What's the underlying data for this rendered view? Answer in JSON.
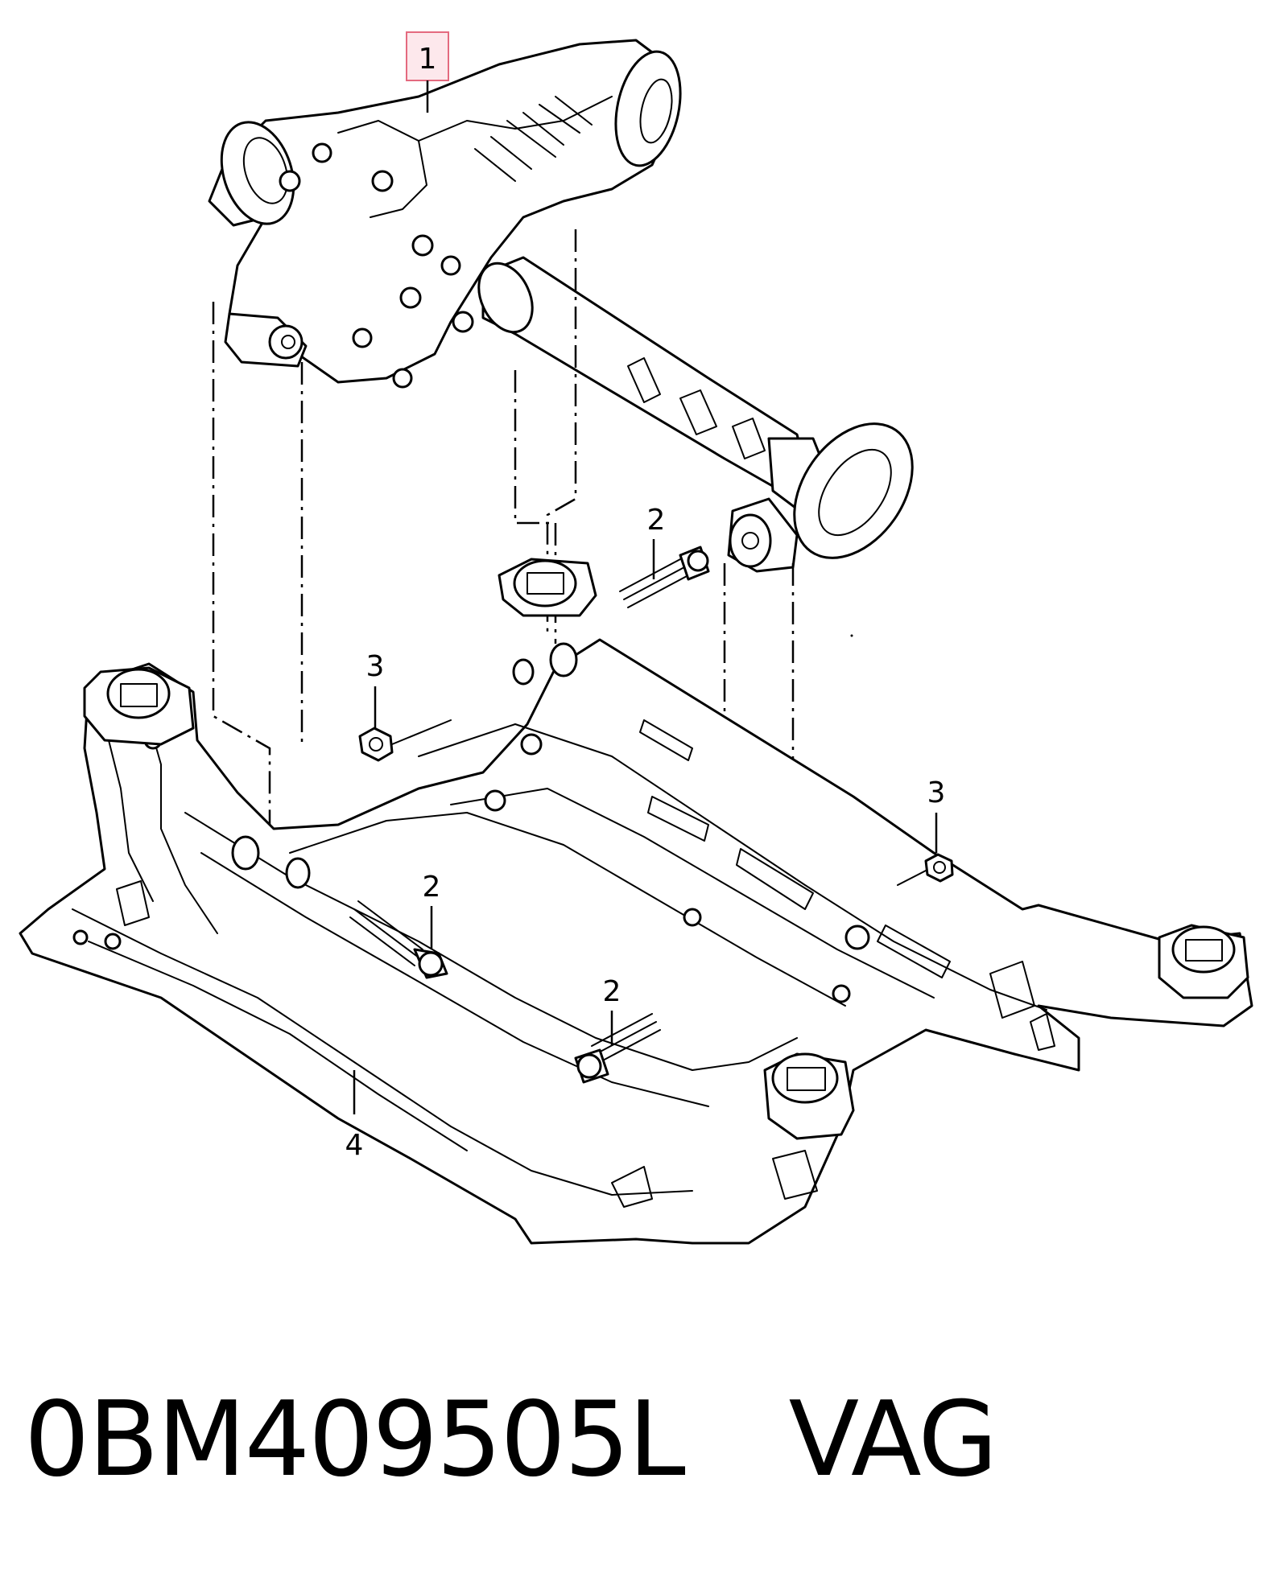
{
  "diagram": {
    "callouts": [
      {
        "id": "c1",
        "label": "1",
        "highlighted": true
      },
      {
        "id": "c2a",
        "label": "2"
      },
      {
        "id": "c3a",
        "label": "3"
      },
      {
        "id": "c3b",
        "label": "3"
      },
      {
        "id": "c2b",
        "label": "2"
      },
      {
        "id": "c2c",
        "label": "2"
      },
      {
        "id": "c4",
        "label": "4"
      }
    ],
    "highlight_color": "#e46a7f"
  },
  "footer": {
    "part_number": "0BM409505L",
    "brand": "VAG"
  }
}
